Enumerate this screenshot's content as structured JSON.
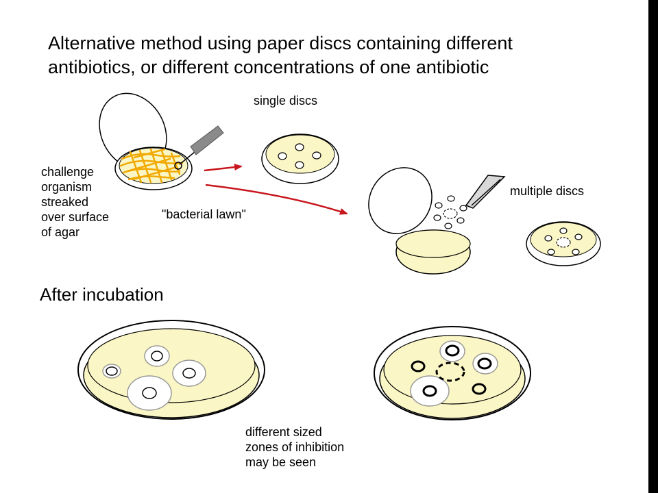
{
  "title": "Alternative method using paper discs containing different\nantibiotics, or different concentrations of one antibiotic",
  "labels": {
    "single_discs": "single discs",
    "challenge_organism": "challenge\norganism\nstreaked\nover surface\nof agar",
    "bacterial_lawn": "\"bacterial lawn\"",
    "multiple_discs": "multiple discs",
    "zones_note": "different sized\nzones of inhibition\nmay be seen"
  },
  "after_incubation": "After incubation",
  "colors": {
    "agar": "#fbf6c5",
    "lawn_streak": "#f2a900",
    "arrow": "#c8161d",
    "outline": "#000000",
    "zone": "#ffffff",
    "loop_handle": "#8a8a8a"
  },
  "icons": [
    "inoculating-loop-icon",
    "forceps-icon",
    "petri-dish-icon",
    "paper-disc-icon"
  ]
}
